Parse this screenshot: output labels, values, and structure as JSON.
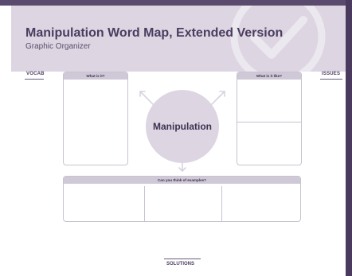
{
  "header": {
    "title": "Manipulation Word Map, Extended Version",
    "subtitle": "Graphic Organizer",
    "watermark_icon": "checkmark-circle-icon"
  },
  "labels": {
    "vocab": "VOCAB",
    "issues": "ISSUES",
    "solutions": "SOLUTIONS"
  },
  "boxes": {
    "what_is_it": "What is it?",
    "what_is_it_like": "What is it like?",
    "examples": "Can you think of examples?"
  },
  "center": {
    "word": "Manipulation"
  },
  "colors": {
    "header_bg": "#ddd6e2",
    "accent": "#4b3d60",
    "box_header": "#cfc8d6",
    "border": "#c9c2d0"
  }
}
